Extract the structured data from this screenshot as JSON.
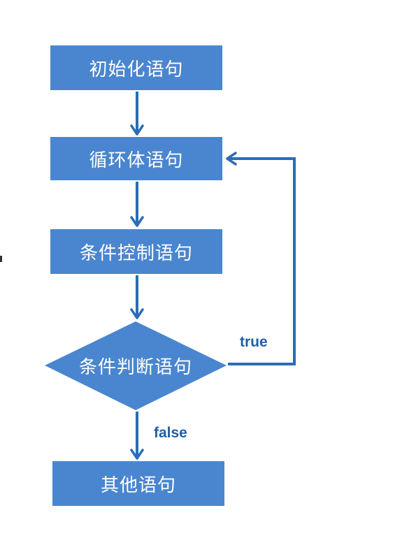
{
  "colors": {
    "node_fill": "#4a86cf",
    "connector": "#2a6db5",
    "label": "#1f5fa6"
  },
  "nodes": {
    "init": "初始化语句",
    "body": "循环体语句",
    "control": "条件控制语句",
    "condition": "条件判断语句",
    "other": "其他语句"
  },
  "edges": {
    "true_label": "true",
    "false_label": "false"
  }
}
